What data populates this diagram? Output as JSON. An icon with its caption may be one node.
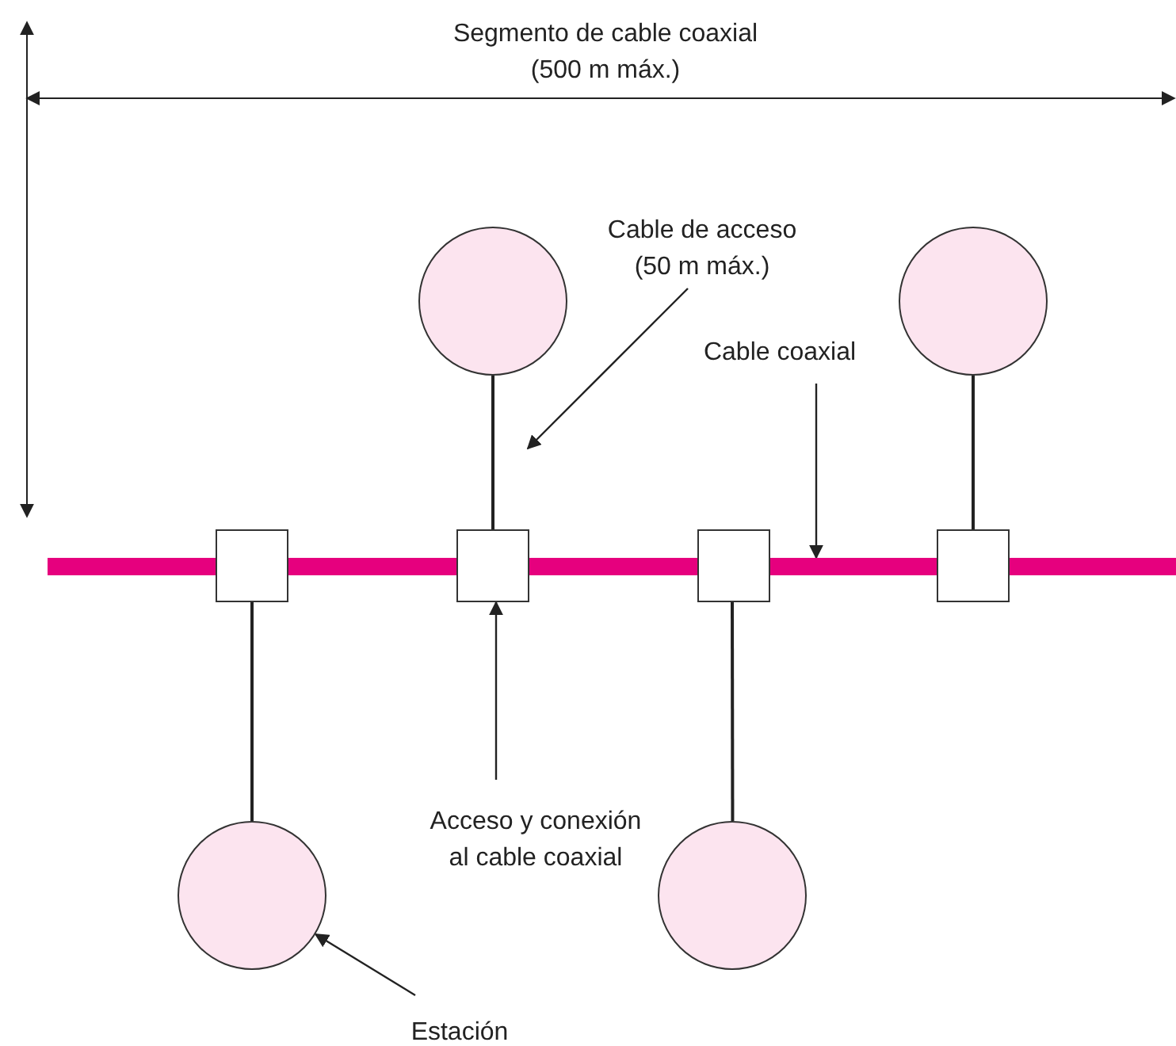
{
  "diagram": {
    "nodes": [
      {
        "text": [
          "Cable de acceso (50 m máx.)"
        ]
      },
      {
        "text": [],
        "shape": "circle"
      },
      {
        "text": [],
        "shape": "circle"
      },
      {
        "text": [
          "Cable coaxial"
        ]
      },
      {
        "text": [],
        "shape": "bar"
      },
      {
        "text": [],
        "shape": "box"
      },
      {
        "text": [],
        "shape": "box"
      },
      {
        "text": [],
        "shape": "box"
      },
      {
        "text": [],
        "shape": "box"
      },
      {
        "text": [],
        "shape": "circle"
      },
      {
        "text": [
          "Acceso y conexión al cable coaxial"
        ]
      },
      {
        "text": [],
        "shape": "circle"
      },
      {
        "text": [
          "Estación"
        ]
      }
    ],
    "edges": [
      {
        "from": 0,
        "to": null,
        "arrow": "to"
      },
      {
        "from": 1,
        "to": 6,
        "arrow": "none"
      },
      {
        "from": 2,
        "to": 8,
        "arrow": "none"
      },
      {
        "from": 5,
        "to": 9,
        "arrow": "none"
      },
      {
        "from": 7,
        "to": 11,
        "arrow": "none"
      },
      {
        "from": 3,
        "to": 4,
        "arrow": "to"
      },
      {
        "from": 10,
        "to": 6,
        "arrow": "to"
      },
      {
        "from": 12,
        "to": 9,
        "arrow": "to"
      }
    ],
    "labels": [
      "Segmento de cable coaxial (500 m máx.)"
    ]
  }
}
